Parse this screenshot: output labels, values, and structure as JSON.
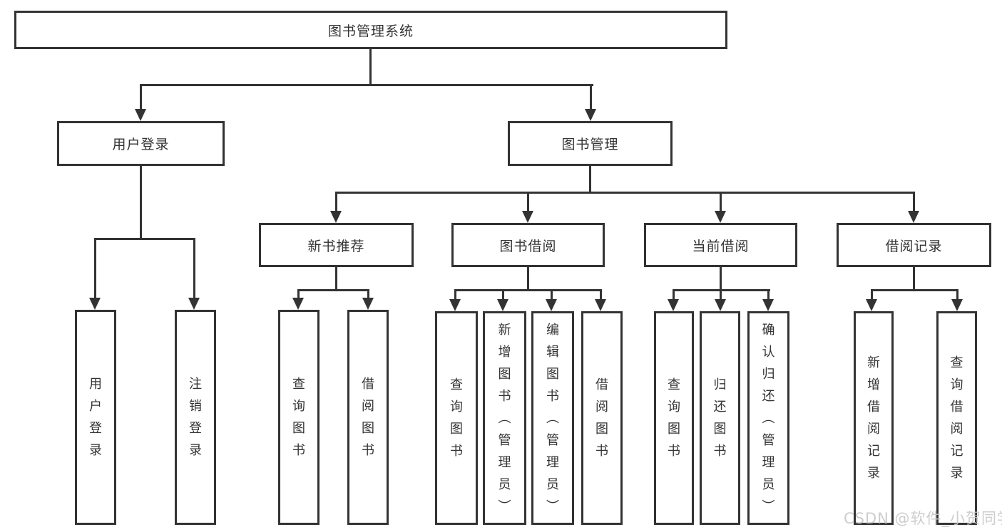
{
  "tree": {
    "root": "图书管理系统",
    "level2": {
      "user_login": "用户登录",
      "book_mgmt": "图书管理"
    },
    "level3": {
      "new_book": "新书推荐",
      "book_borrow": "图书借阅",
      "current_borrow": "当前借阅",
      "borrow_record": "借阅记录"
    },
    "leaves": {
      "ul_login": "用户登录",
      "ul_logout": "注销登录",
      "nb_query": "查询图书",
      "nb_borrow": "借阅图书",
      "bb_query": "查询图书",
      "bb_add": "新增图书（管理员）",
      "bb_edit": "编辑图书（管理员）",
      "bb_borrow": "借阅图书",
      "cb_query": "查询图书",
      "cb_return": "归还图书",
      "cb_confirm": "确认归还（管理员）",
      "br_add": "新增借阅记录",
      "br_query": "查询借阅记录"
    }
  },
  "watermark": "CSDN @软件_小贺同学",
  "colors": {
    "line": "#333333",
    "text": "#333333",
    "background": "#ffffff",
    "watermark": "#c9c9c9"
  }
}
